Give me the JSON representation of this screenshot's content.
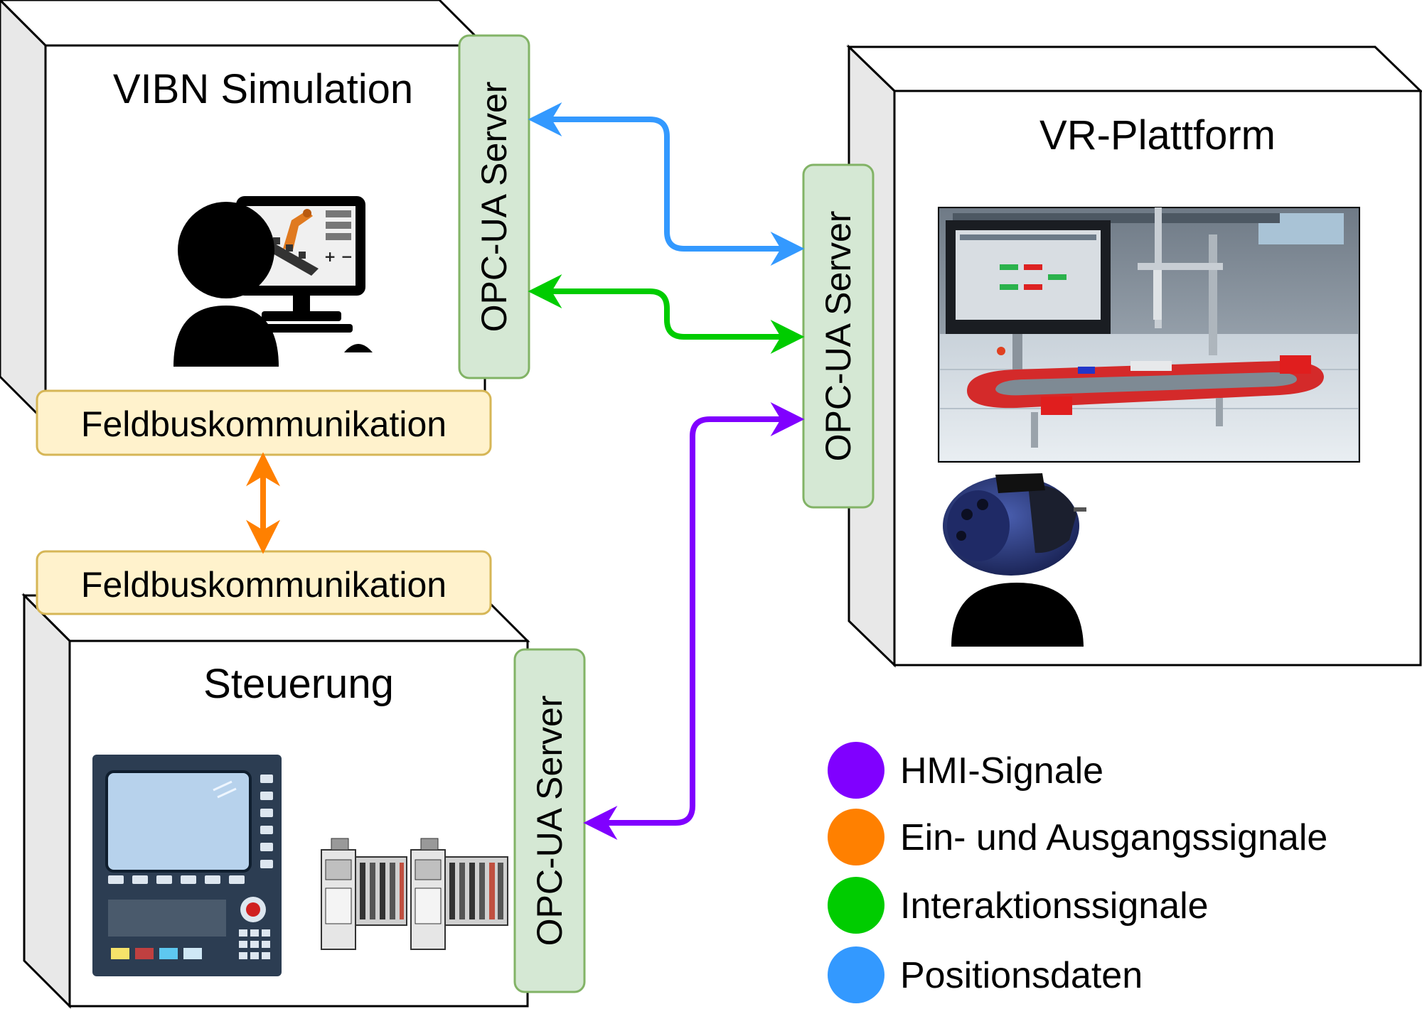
{
  "boxes": {
    "vibn": {
      "title": "VIBN Simulation"
    },
    "vr": {
      "title": "VR-Plattform"
    },
    "steuerung": {
      "title": "Steuerung"
    }
  },
  "servers": {
    "vibn": "OPC-UA Server",
    "vr": "OPC-UA Server",
    "steuerung": "OPC-UA Server"
  },
  "fieldbus": {
    "top": "Feldbuskommunikation",
    "bottom": "Feldbuskommunikation"
  },
  "colors": {
    "hmi": "#8000ff",
    "io": "#ff8000",
    "interaction": "#00cc00",
    "position": "#3399ff",
    "server_fill": "#d5e8d4",
    "server_stroke": "#82b366",
    "fieldbus_fill": "#fff2cc",
    "fieldbus_stroke": "#d6b656"
  },
  "legend": [
    {
      "label": "HMI-Signale",
      "color": "#8000ff"
    },
    {
      "label": "Ein- und Ausgangssignale",
      "color": "#ff8000"
    },
    {
      "label": "Interaktionssignale",
      "color": "#00cc00"
    },
    {
      "label": "Positionsdaten",
      "color": "#3399ff"
    }
  ],
  "icons": {
    "vibn": "person-at-computer-icon",
    "vr": "vr-headset-user-icon",
    "steuerung_panel": "operator-panel-icon",
    "steuerung_plc": "plc-modules-icon",
    "vr_scene": "vr-scene-screenshot"
  }
}
